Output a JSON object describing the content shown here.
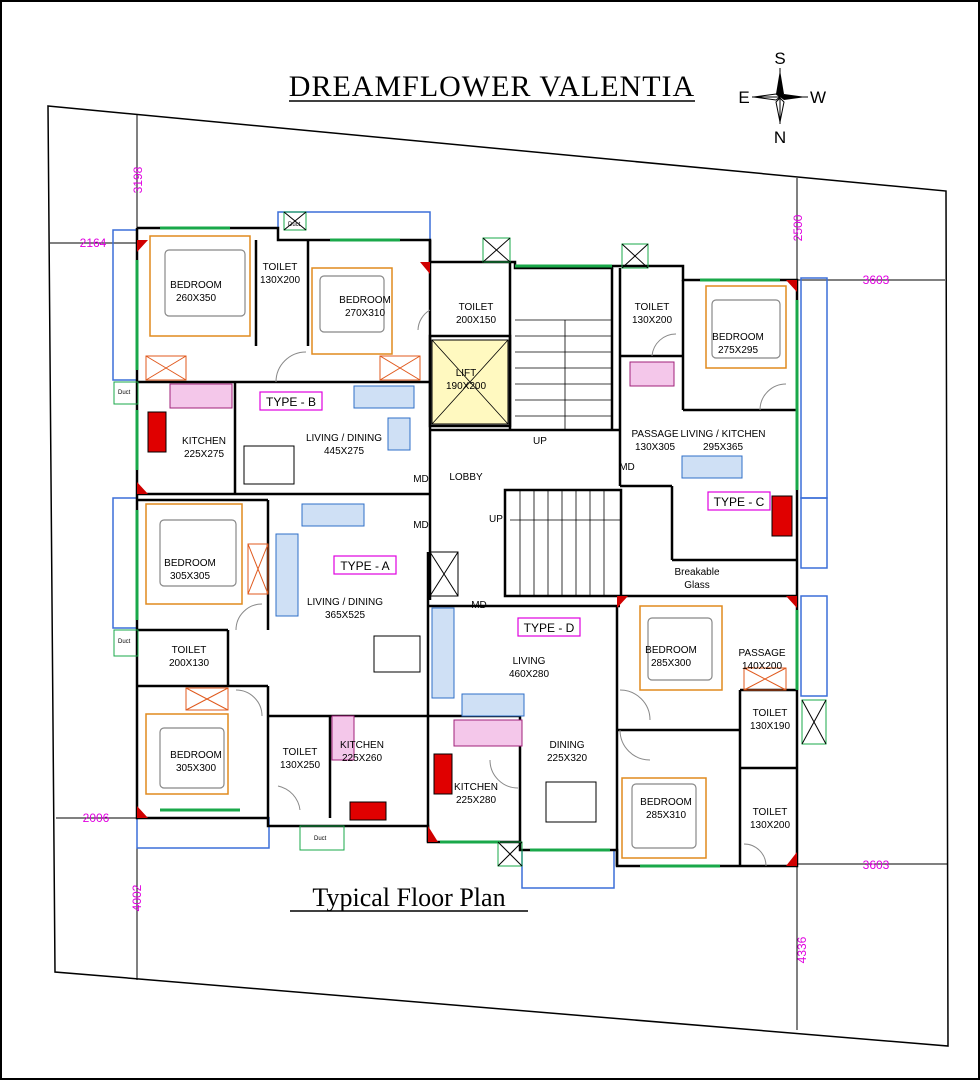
{
  "title": "DREAMFLOWER VALENTIA",
  "subtitle": "Typical Floor Plan",
  "compass": {
    "n": "N",
    "s": "S",
    "e": "E",
    "w": "W"
  },
  "dimensions": {
    "d3198": "3198",
    "d2164": "2164",
    "d2500": "2500",
    "d3603a": "3603",
    "d2006": "2006",
    "d4002": "4002",
    "d3603b": "3603",
    "d4336": "4336"
  },
  "types": {
    "a": "TYPE - A",
    "b": "TYPE - B",
    "c": "TYPE - C",
    "d": "TYPE - D"
  },
  "rooms": [
    {
      "id": "b1-bed1",
      "name": "BEDROOM",
      "size": "260X350"
    },
    {
      "id": "b1-toilet",
      "name": "TOILET",
      "size": "130X200"
    },
    {
      "id": "b1-bed2",
      "name": "BEDROOM",
      "size": "270X310"
    },
    {
      "id": "c-toilet-top",
      "name": "TOILET",
      "size": "200X150"
    },
    {
      "id": "lift",
      "name": "LIFT",
      "size": "190X200"
    },
    {
      "id": "c-toilet",
      "name": "TOILET",
      "size": "130X200"
    },
    {
      "id": "c-bed",
      "name": "BEDROOM",
      "size": "275X295"
    },
    {
      "id": "b-kitchen",
      "name": "KITCHEN",
      "size": "225X275"
    },
    {
      "id": "b-living",
      "name": "LIVING / DINING",
      "size": "445X275"
    },
    {
      "id": "c-passage",
      "name": "PASSAGE",
      "size": "130X305"
    },
    {
      "id": "c-living",
      "name": "LIVING / KITCHEN",
      "size": "295X365"
    },
    {
      "id": "a-bed1",
      "name": "BEDROOM",
      "size": "305X305"
    },
    {
      "id": "a-living",
      "name": "LIVING / DINING",
      "size": "365X525"
    },
    {
      "id": "a-toilet1",
      "name": "TOILET",
      "size": "200X130"
    },
    {
      "id": "a-bed2",
      "name": "BEDROOM",
      "size": "305X300"
    },
    {
      "id": "a-toilet2",
      "name": "TOILET",
      "size": "130X250"
    },
    {
      "id": "a-kitchen",
      "name": "KITCHEN",
      "size": "225X260"
    },
    {
      "id": "d-living",
      "name": "LIVING",
      "size": "460X280"
    },
    {
      "id": "d-kitchen",
      "name": "KITCHEN",
      "size": "225X280"
    },
    {
      "id": "d-dining",
      "name": "DINING",
      "size": "225X320"
    },
    {
      "id": "d-bed1",
      "name": "BEDROOM",
      "size": "285X300"
    },
    {
      "id": "d-passage",
      "name": "PASSAGE",
      "size": "140X200"
    },
    {
      "id": "d-toilet1",
      "name": "TOILET",
      "size": "130X190"
    },
    {
      "id": "d-bed2",
      "name": "BEDROOM",
      "size": "285X310"
    },
    {
      "id": "d-toilet2",
      "name": "TOILET",
      "size": "130X200"
    }
  ],
  "labels": {
    "lobby": "LOBBY",
    "up1": "UP",
    "up2": "UP",
    "md1": "MD",
    "md2": "MD",
    "md3": "MD",
    "md4": "MD",
    "breakable1": "Breakable",
    "breakable2": "Glass",
    "duct": "Duct"
  }
}
